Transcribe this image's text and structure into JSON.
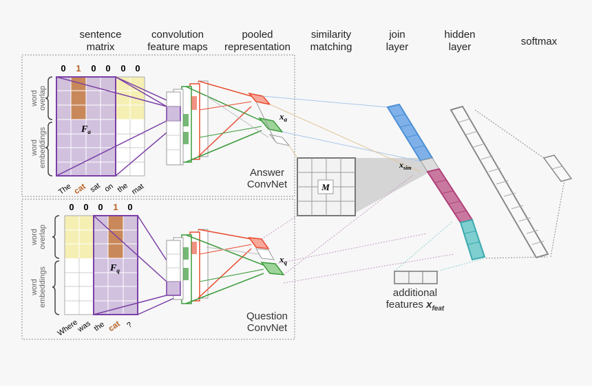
{
  "headers": {
    "sentence_matrix": [
      "sentence",
      "matrix"
    ],
    "conv_maps": [
      "convolution",
      "feature maps"
    ],
    "pooled": [
      "pooled",
      "representation"
    ],
    "similarity": [
      "similarity",
      "matching"
    ],
    "join": [
      "join",
      "layer"
    ],
    "hidden": [
      "hidden",
      "layer"
    ],
    "softmax": "softmax"
  },
  "answer": {
    "overlap_values": [
      "0",
      "1",
      "0",
      "0",
      "0",
      "0"
    ],
    "words": [
      "The",
      "cat",
      "sat",
      "on",
      "the",
      "mat"
    ],
    "highlight_word": "cat",
    "matrix_label": "F",
    "matrix_sub": "a",
    "pooled_label": "x",
    "pooled_sub": "a",
    "convnet_label": [
      "Answer",
      "ConvNet"
    ],
    "row_label_top": [
      "word",
      "overlap"
    ],
    "row_label_bottom": [
      "word",
      "embeddings"
    ]
  },
  "question": {
    "overlap_values": [
      "0",
      "0",
      "0",
      "1",
      "0"
    ],
    "words": [
      "Where",
      "was",
      "the",
      "cat",
      "?"
    ],
    "highlight_word": "cat",
    "matrix_label": "F",
    "matrix_sub": "q",
    "pooled_label": "x",
    "pooled_sub": "q",
    "convnet_label": [
      "Question",
      "ConvNet"
    ],
    "row_label_top": [
      "word",
      "overlap"
    ],
    "row_label_bottom": [
      "word",
      "embeddings"
    ]
  },
  "similarity_label": "M",
  "xsim_label": "x",
  "xsim_sub": "sim",
  "additional": {
    "line1": "additional",
    "line2": "features",
    "x_label": "x",
    "x_sub": "feat"
  },
  "colors": {
    "overlap_fill": "#f6efb4",
    "embed_fill": "#cfbedd",
    "highlight_col": "#c9885a",
    "purple": "#7a3fa6",
    "red": "#e84a2e",
    "green": "#3a9a3a",
    "blue": "#4a8fd6",
    "magenta": "#b0407a",
    "teal": "#3aa9ad",
    "gray": "#888888",
    "word_highlight": "#b8642a"
  }
}
